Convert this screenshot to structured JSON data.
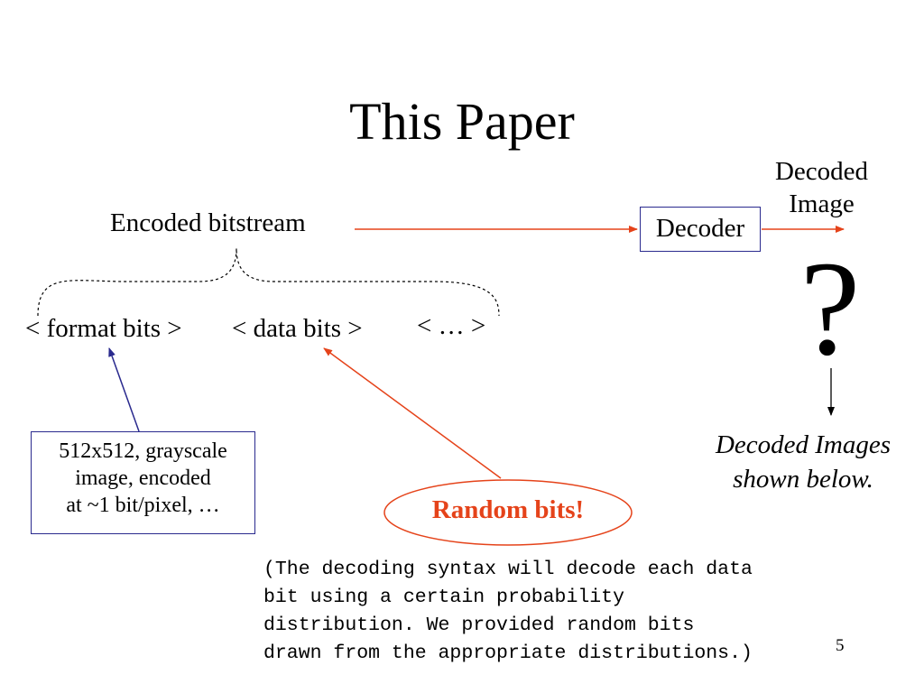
{
  "slide": {
    "title": "This Paper",
    "encoded_label": "Encoded bitstream",
    "decoder_label": "Decoder",
    "decoded_image_label": "Decoded Image",
    "format_bits": "< format bits >",
    "data_bits": "< data bits >",
    "more_bits": "< … >",
    "info_box": {
      "line1": "512x512, grayscale",
      "line2": "image, encoded",
      "line3": "at ~1 bit/pixel, …"
    },
    "random_label": "Random bits!",
    "question_mark": "?",
    "decoded_images": {
      "line1": "Decoded Images",
      "line2": "shown below."
    },
    "note": "(The decoding syntax will decode each data\nbit using a certain probability\ndistribution. We provided random bits\ndrawn from the appropriate distributions.)",
    "page_number": "5"
  },
  "colors": {
    "text": "#000000",
    "accent_red": "#e5431a",
    "box_border": "#2a2a8e",
    "blue_arrow": "#2a2a8e"
  }
}
